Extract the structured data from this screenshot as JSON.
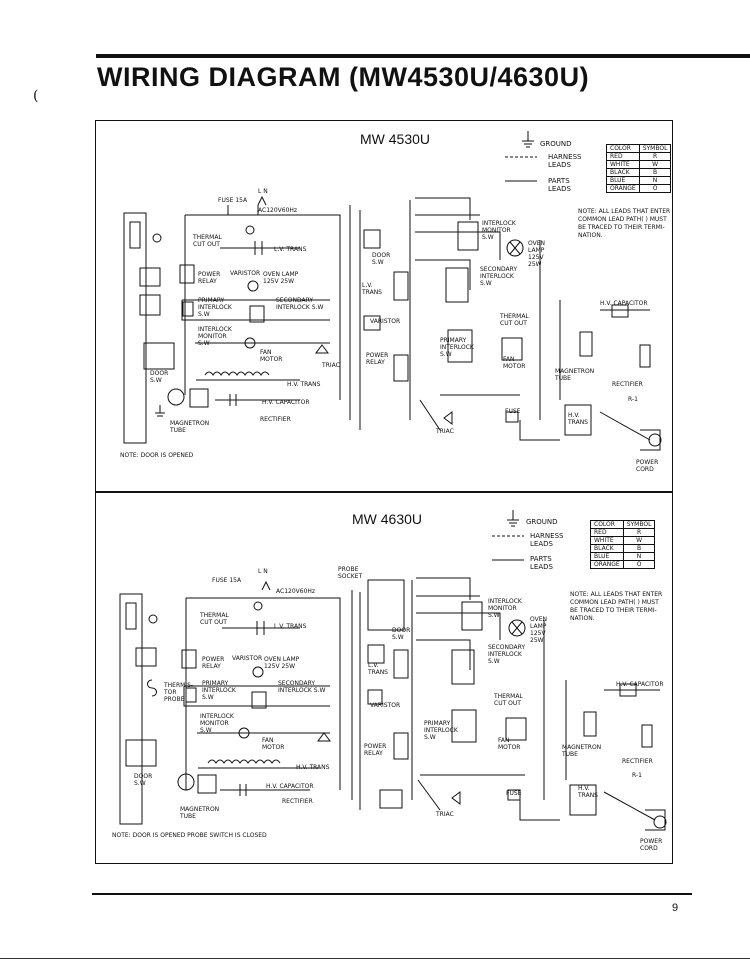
{
  "page": {
    "title": "WIRING DIAGRAM (MW4530U/4630U)",
    "margin_mark": "(",
    "page_number": "9"
  },
  "legend_common": {
    "ground": "GROUND",
    "harness_leads": "HARNESS LEADS",
    "parts_leads": "PARTS LEADS",
    "note_all_leads": "NOTE: ALL LEADS THAT ENTER COMMON LEAD PATH( ) MUST BE TRACED TO THEIR TERMI-NATION.",
    "color_table": {
      "headers": [
        "COLOR",
        "SYMBOL"
      ],
      "rows": [
        [
          "RED",
          "R"
        ],
        [
          "WHITE",
          "W"
        ],
        [
          "BLACK",
          "B"
        ],
        [
          "BLUE",
          "N"
        ],
        [
          "ORANGE",
          "O"
        ]
      ]
    }
  },
  "diagram_top": {
    "model": "MW 4530U",
    "note": "NOTE: DOOR IS OPENED",
    "labels": {
      "fuse": "FUSE 15A",
      "supply": "AC120V60Hz",
      "ln": "L N",
      "thermal_cutout": "THERMAL CUT OUT",
      "lv_trans": "L.V. TRANS",
      "power_relay": "POWER RELAY",
      "varistor": "VARISTOR",
      "oven_lamp": "OVEN LAMP 125V 25W",
      "primary_interlock": "PRIMARY INTERLOCK S.W",
      "secondary_interlock": "SECONDARY INTERLOCK S.W",
      "interlock_monitor": "INTERLOCK MONITOR S.W",
      "fan_motor": "FAN MOTOR",
      "triac": "TRIAC",
      "hv_trans": "H.V. TRANS",
      "hv_capacitor": "H.V. CAPACITOR",
      "rectifier": "RECTIFIER",
      "magnetron": "MAGNETRON TUBE",
      "door_sw": "DOOR S.W",
      "power_cord": "POWER CORD",
      "r1": "R-1",
      "fuse_r": "FUSE"
    }
  },
  "diagram_bottom": {
    "model": "MW 4630U",
    "note": "NOTE: DOOR IS OPENED PROBE SWITCH IS CLOSED",
    "labels": {
      "fuse": "FUSE 15A",
      "supply": "AC120V60Hz",
      "ln": "L N",
      "thermal_cutout": "THERMAL CUT OUT",
      "lv_trans": "L.V. TRANS",
      "power_relay": "POWER RELAY",
      "varistor": "VARISTOR",
      "oven_lamp": "OVEN LAMP 125V 25W",
      "primary_interlock": "PRIMARY INTERLOCK S.W",
      "secondary_interlock": "SECONDARY INTERLOCK S.W",
      "interlock_monitor": "INTERLOCK MONITOR S.W",
      "fan_motor": "FAN MOTOR",
      "thermistor_probe": "THERMIS-TOR PROBE",
      "probe_socket": "PROBE SOCKET",
      "triac": "TRIAC",
      "hv_trans": "H.V. TRANS",
      "hv_capacitor": "H.V. CAPACITOR",
      "rectifier": "RECTIFIER",
      "magnetron": "MAGNETRON TUBE",
      "door_sw": "DOOR S.W",
      "power_cord": "POWER CORD",
      "r1": "R-1",
      "fuse_r": "FUSE"
    }
  }
}
